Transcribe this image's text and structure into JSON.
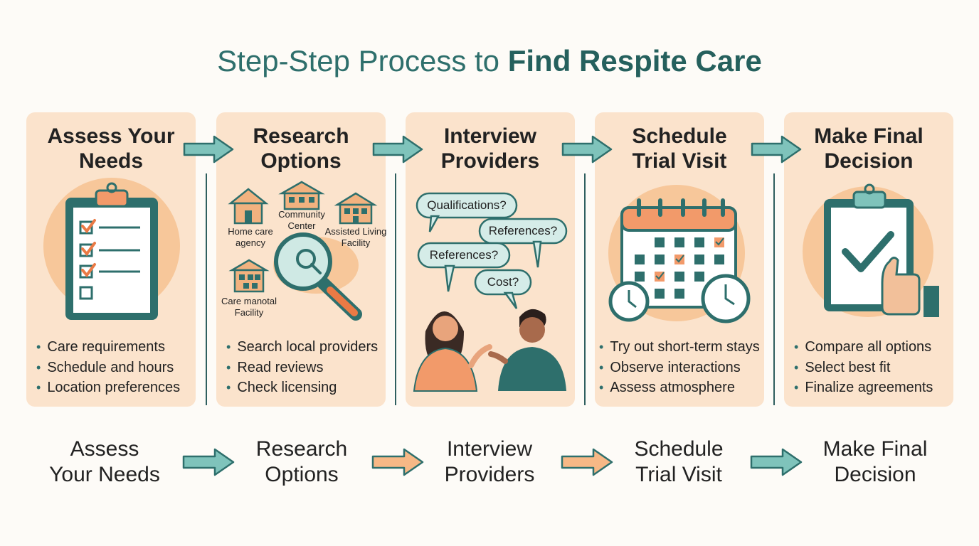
{
  "title": {
    "prefix": "Step-Step Process to ",
    "emphasis": "Find Respite Care"
  },
  "steps": [
    {
      "title": "Assess Your\nNeeds",
      "bullets": [
        "Care requirements",
        "Schedule and hours",
        "Location preferences"
      ]
    },
    {
      "title": "Research\nOptions",
      "bullets": [
        "Search local providers",
        "Read reviews",
        "Check licensing"
      ]
    },
    {
      "title": "Interview\nProviders",
      "bullets": [
        "Qualifications?",
        "References?",
        "Cost?"
      ]
    },
    {
      "title": "Schedule\nTrial Visit",
      "bullets": [
        "Try out short-term stays",
        "Observe interactions",
        "Assess atmosphere"
      ]
    },
    {
      "title": "Make Final\nDecision",
      "bullets": [
        "Compare all options",
        "Select best fit",
        "Finalize agreements"
      ]
    }
  ],
  "research_labels": [
    "Home care\nagency",
    "Community\nCenter",
    "Assisted Living\nFacility",
    "Care manotal\nFacility"
  ],
  "interview_bubbles": [
    "Qualifications?",
    "References?",
    "References?",
    "Cost?"
  ],
  "bottom_steps": [
    "Assess\nYour Needs",
    "Research\nOptions",
    "Interview\nProviders",
    "Schedule\nTrial Visit",
    "Make Final\nDecision"
  ],
  "colors": {
    "teal": "#2e6f6c",
    "card": "#fbe3cc",
    "orange": "#f29a6a",
    "arrow_teal": "#7fc3bb",
    "arrow_orange": "#f7b886"
  }
}
